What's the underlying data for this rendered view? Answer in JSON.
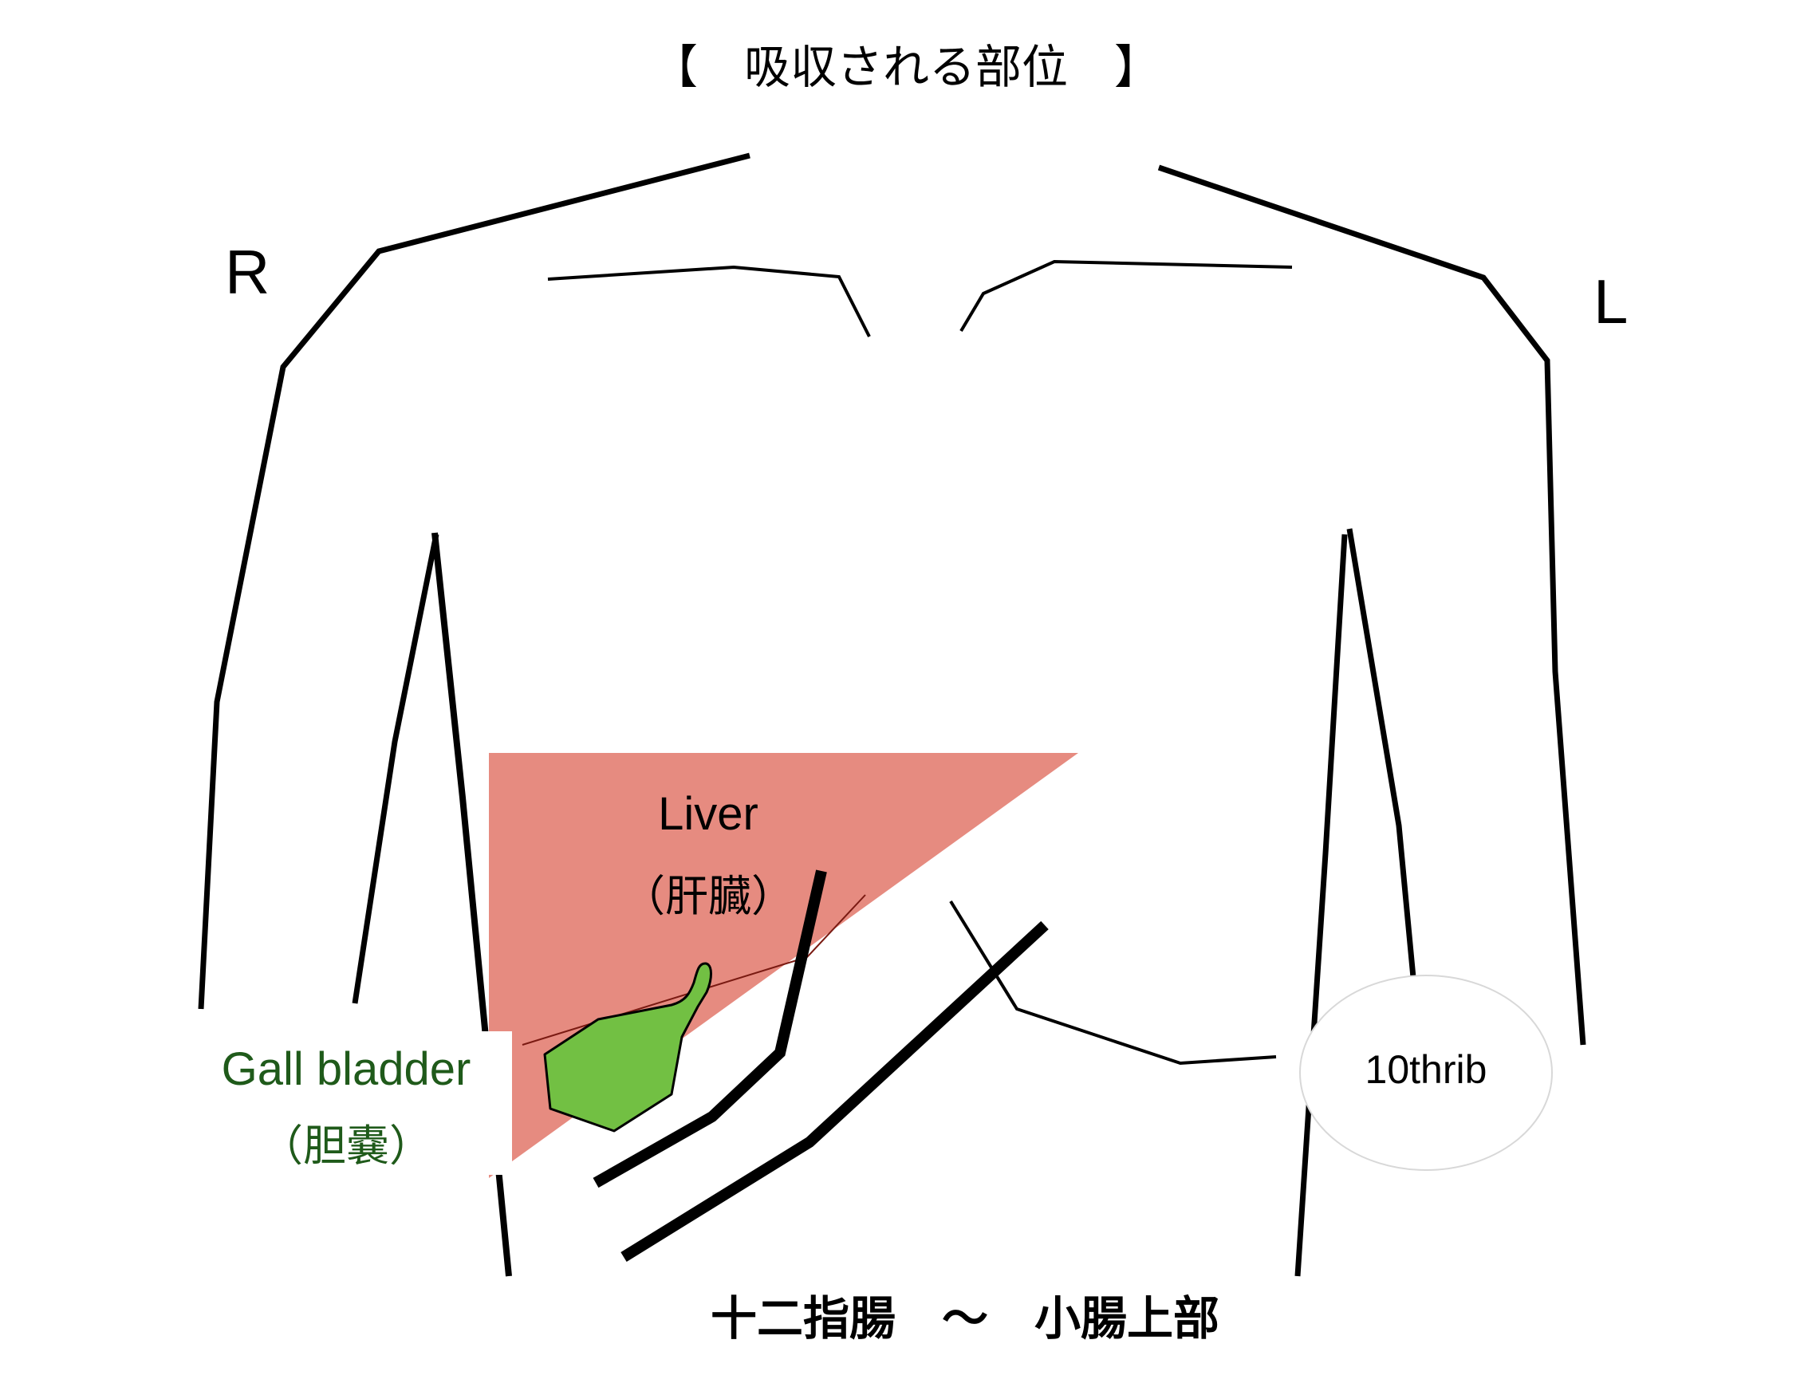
{
  "title": "【　吸収される部位　】",
  "labels": {
    "right": "R",
    "left": "L",
    "liver_en": "Liver",
    "liver_jp": "（肝臓）",
    "gallbladder_en": "Gall bladder",
    "gallbladder_jp": "（胆嚢）",
    "rib": "10thrib",
    "absorption_site": "十二指腸　～　小腸上部"
  },
  "colors": {
    "outline": "#000000",
    "liver": "#e68b80",
    "liver_edge": "#7a1a12",
    "gallbladder": "#72c043",
    "gallbladder_label": "#1f5a1a",
    "rib_bubble": "#ffffff"
  }
}
